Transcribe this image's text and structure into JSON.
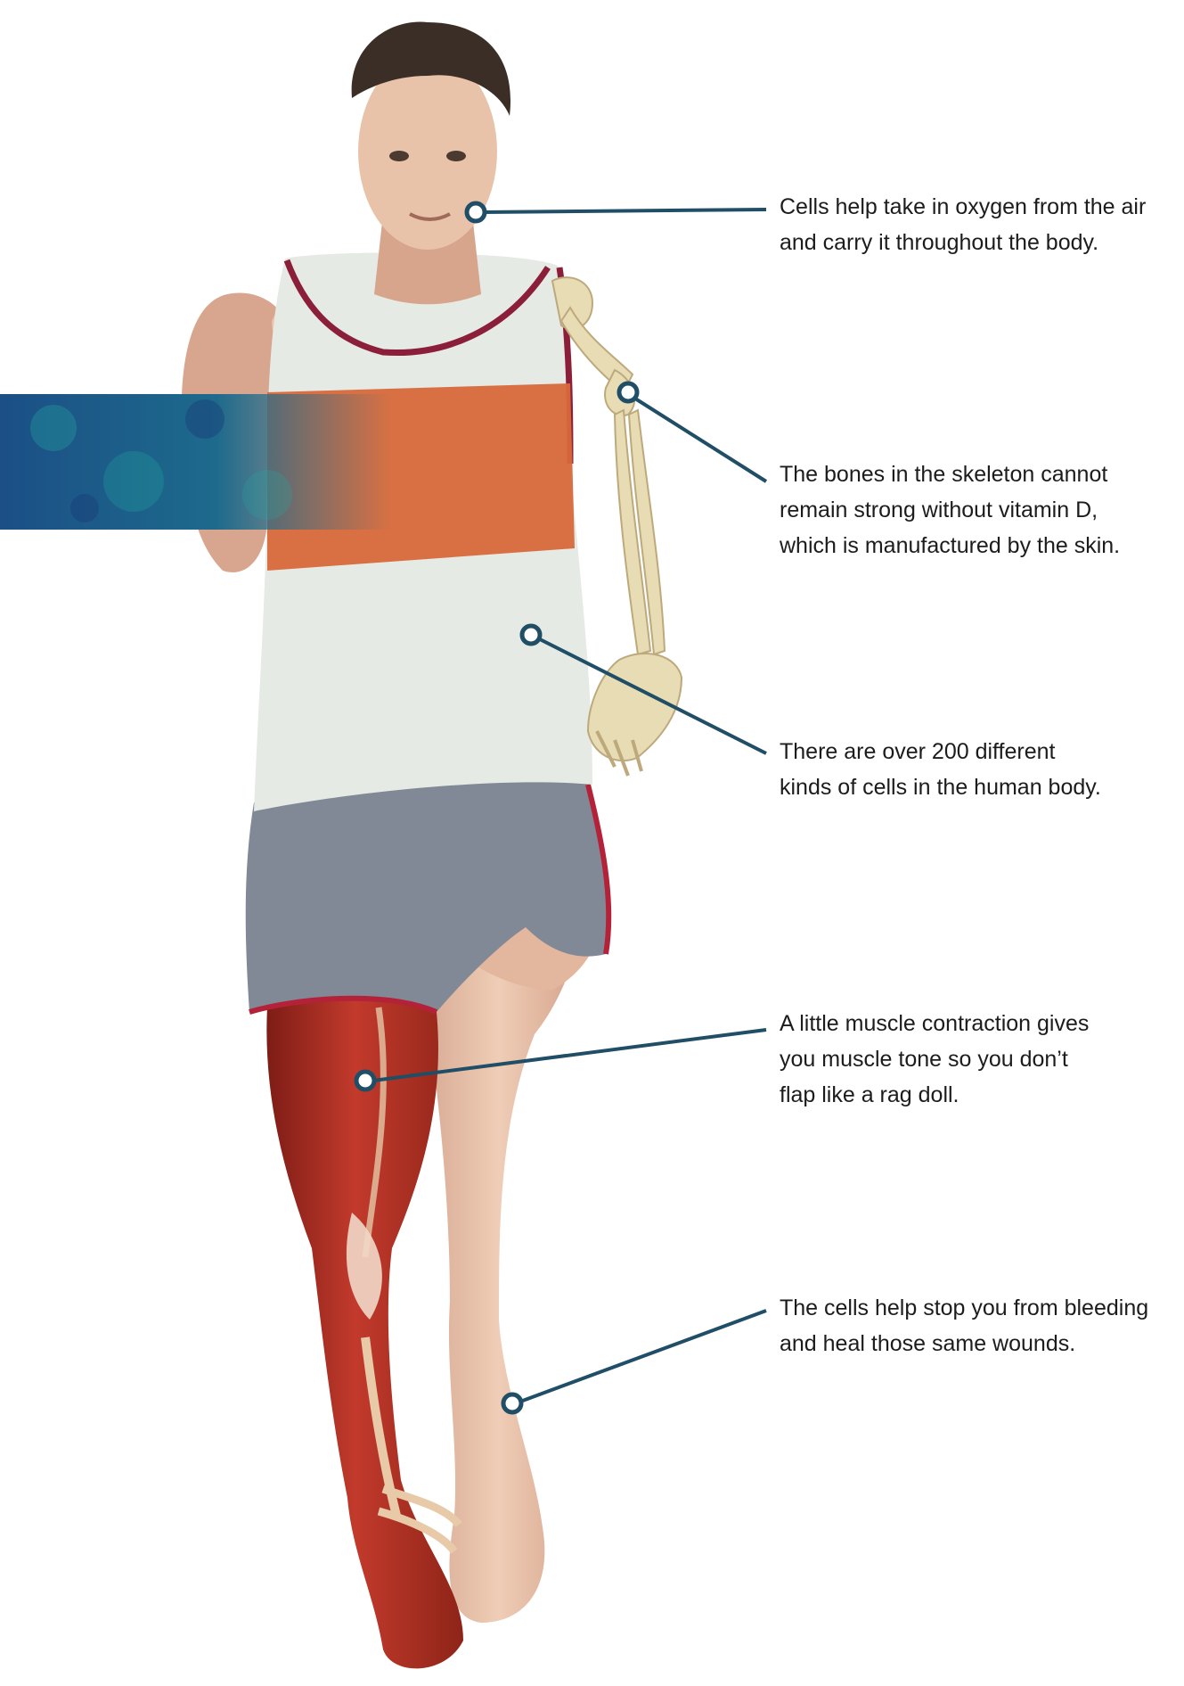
{
  "colors": {
    "leader_line": "#1f4e66",
    "skin": "#e9c3ab",
    "skin_shadow": "#d09b83",
    "hair": "#3a2e26",
    "tank_top": "#e6ebe6",
    "tank_trim": "#8b1f3a",
    "tank_band": "#d8693a",
    "shorts": "#7f8795",
    "shorts_trim": "#b32238",
    "muscle": "#b43226",
    "muscle_dark": "#7e1c16",
    "tendon": "#e8c9a8",
    "bone": "#e8dcb4",
    "bone_shadow": "#bda97c",
    "cell_strip": "#1d5e8e",
    "cell_strip_accent": "#22a6a0"
  },
  "callouts": [
    {
      "id": "oxygen",
      "lines": [
        "Cells help take in oxygen from the air",
        "and carry it throughout the body."
      ]
    },
    {
      "id": "bones",
      "lines": [
        "The bones in the skeleton cannot",
        "remain strong without vitamin D,",
        "which is manufactured by the skin."
      ]
    },
    {
      "id": "cells",
      "lines": [
        "There are over 200 different",
        "kinds of cells in the human body."
      ]
    },
    {
      "id": "muscle",
      "lines": [
        "A little muscle contraction gives",
        "you muscle tone so you don’t",
        "flap like a rag doll."
      ]
    },
    {
      "id": "healing",
      "lines": [
        "The cells help stop you from bleeding",
        "and heal those same wounds."
      ]
    }
  ]
}
